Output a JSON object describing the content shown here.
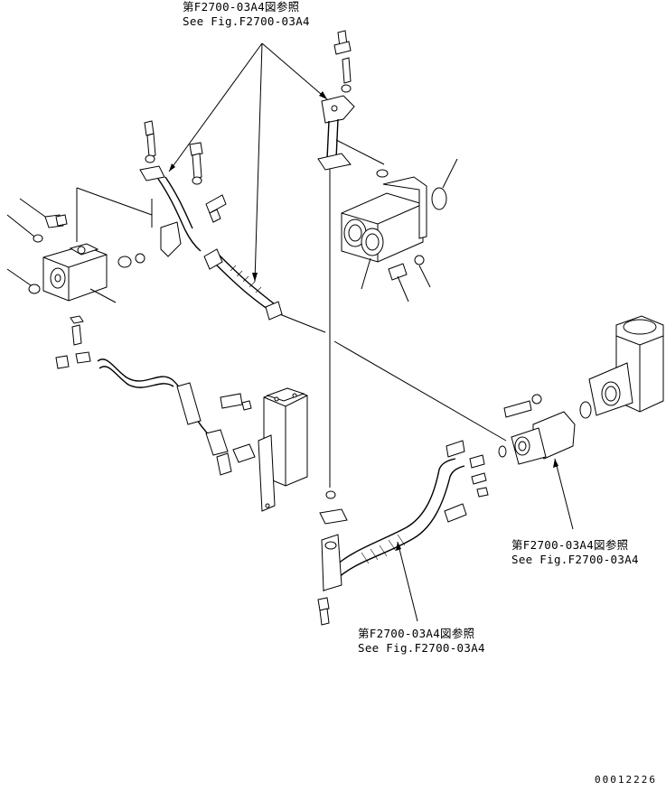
{
  "references": [
    {
      "jp": "第F2700-03A4図参照",
      "en": "See Fig.F2700-03A4"
    },
    {
      "jp": "第F2700-03A4図参照",
      "en": "See Fig.F2700-03A4"
    },
    {
      "jp": "第F2700-03A4図参照",
      "en": "See Fig.F2700-03A4"
    }
  ],
  "drawing_number": "00012226",
  "colors": {
    "line": "#000000",
    "background": "#ffffff"
  }
}
